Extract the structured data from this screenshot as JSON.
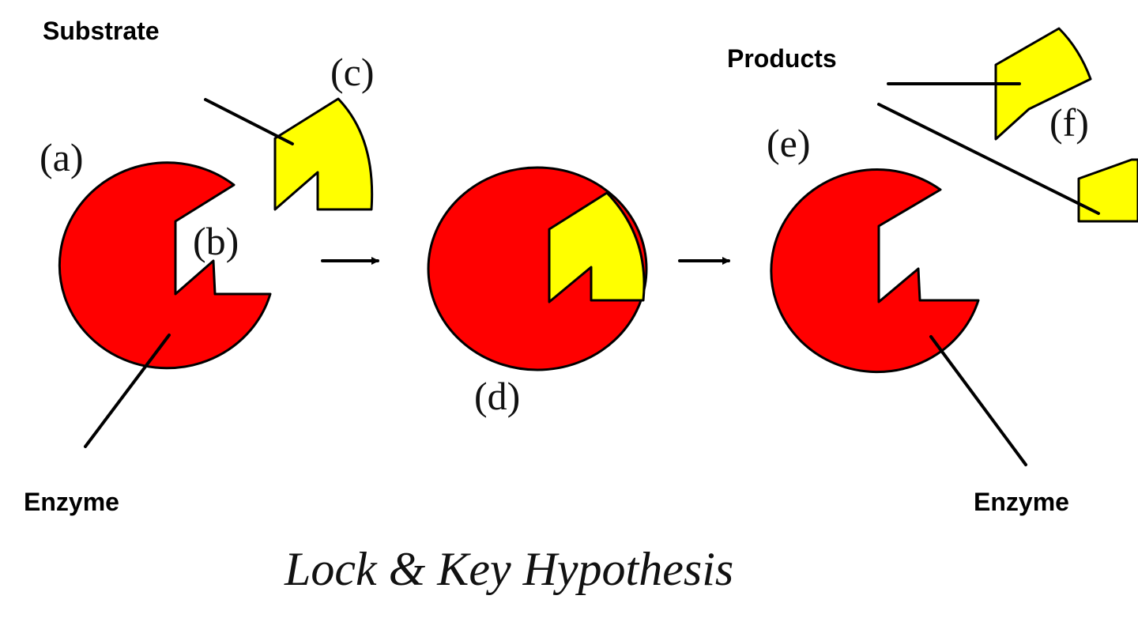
{
  "labels": {
    "substrate": "Substrate",
    "products": "Products",
    "enzyme_left": "Enzyme",
    "enzyme_right": "Enzyme",
    "a": "(a)",
    "b": "(b)",
    "c": "(c)",
    "d": "(d)",
    "e": "(e)",
    "f": "(f)"
  },
  "title": "Lock & Key Hypothesis",
  "colors": {
    "enzyme": "#ff0000",
    "substrate": "#ffff00",
    "outline": "#000000",
    "background": "#ffffff"
  }
}
